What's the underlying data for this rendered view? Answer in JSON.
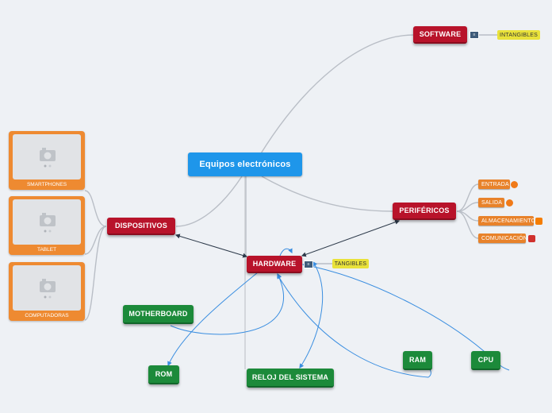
{
  "root": {
    "label": "Equipos electrónicos"
  },
  "branches": {
    "software": {
      "label": "SOFTWARE",
      "tag": "INTANGIBLES"
    },
    "perifericos": {
      "label": "PERIFÉRICOS",
      "children": [
        "ENTRADA",
        "SALIDA",
        "ALMACENAMIENTO",
        "COMUNICACIÓN"
      ]
    },
    "dispositivos": {
      "label": "DISPOSITIVOS",
      "images": [
        "SMARTPHONES",
        "TABLET",
        "COMPUTADORAS"
      ]
    },
    "hardware": {
      "label": "HARDWARE",
      "tag": "TANGIBLES"
    }
  },
  "components": {
    "motherboard": "MOTHERBOARD",
    "rom": "ROM",
    "reloj": "RELOJ DEL SISTEMA",
    "ram": "RAM",
    "cpu": "CPU"
  },
  "colors": {
    "root": "#1e96ea",
    "branch": "#b8132a",
    "component": "#1c8a3a",
    "tag": "#e9e23a",
    "sub": "#e8822a",
    "link": "#3a8ee0"
  },
  "icons": {
    "note": "note-icon",
    "entrada": "globe-icon",
    "salida": "globe-icon",
    "almacenamiento": "blogger-icon",
    "comunicacion": "email-icon",
    "image": "camera-icon"
  }
}
